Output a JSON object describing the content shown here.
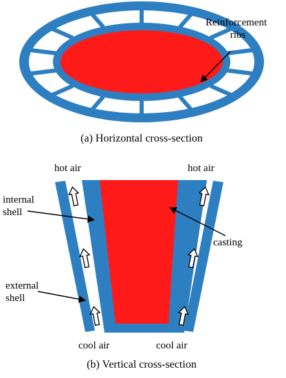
{
  "colors": {
    "shell": "#2e7fc1",
    "casting": "#ff1a1a",
    "arrow_fill": "#ffffff",
    "arrow_stroke": "#000000",
    "text": "#000000"
  },
  "top": {
    "caption": "(a) Horizontal cross-section",
    "rib_label_line1": "Reinforcement",
    "rib_label_line2": "ribs"
  },
  "bottom": {
    "caption": "(b) Vertical cross-section",
    "hot_air_left": "hot air",
    "hot_air_right": "hot air",
    "internal_line1": "internal",
    "internal_line2": "shell",
    "external_line1": "external",
    "external_line2": "shell",
    "casting": "casting",
    "cool_air_left": "cool air",
    "cool_air_right": "cool air"
  }
}
